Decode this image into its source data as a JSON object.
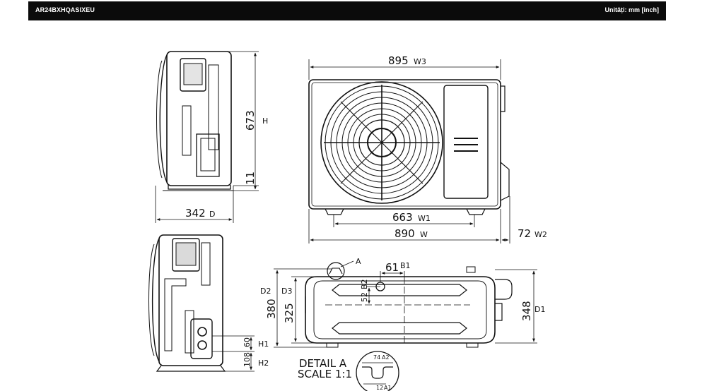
{
  "header": {
    "model": "AR24BXHQASIXEU",
    "units": "Unități: mm [inch]"
  },
  "dimensions": {
    "width_w3": "895",
    "label_w3": "W3",
    "height": "673",
    "label_h": "H",
    "foot": "11",
    "depth": "342",
    "label_d": "D",
    "w1": "663",
    "label_w1": "W1",
    "w": "890",
    "label_w": "W",
    "w2": "72",
    "label_w2": "W2",
    "b1": "61",
    "label_b1": "B1",
    "b2": "52",
    "label_b2": "B2",
    "d2": "380",
    "label_d2": "D2",
    "d3": "325",
    "label_d3": "D3",
    "d1": "348",
    "label_d1": "D1",
    "h1": "60",
    "label_h1": "H1",
    "h2": "108",
    "label_h2": "H2",
    "a2": "74",
    "label_a2": "A2",
    "a1": "12",
    "label_a1": "A1"
  },
  "callouts": {
    "marker_a": "A",
    "detail": "DETAIL  A",
    "scale": "SCALE  1:1"
  }
}
